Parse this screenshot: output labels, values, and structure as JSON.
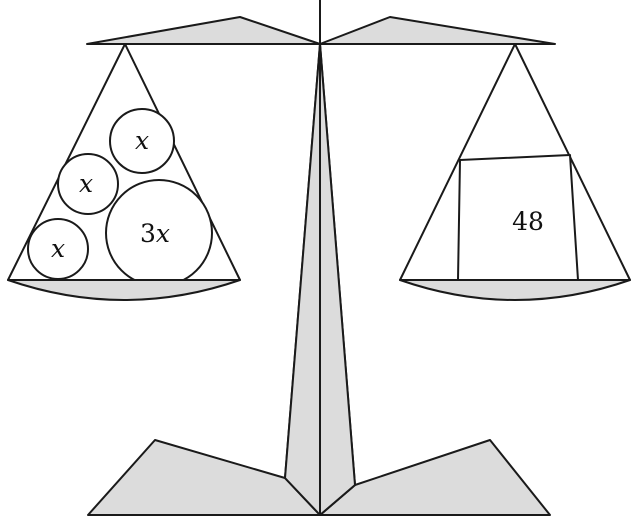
{
  "diagram": {
    "left_pan": {
      "weights": [
        {
          "label_coef": "",
          "label_var": "x"
        },
        {
          "label_coef": "",
          "label_var": "x"
        },
        {
          "label_coef": "",
          "label_var": "x"
        },
        {
          "label_coef": "3",
          "label_var": "x"
        }
      ]
    },
    "right_pan": {
      "weight": {
        "label": "48"
      }
    },
    "colors": {
      "stroke": "#1a1a1a",
      "shade": "#dcdcdc",
      "background": "#ffffff"
    }
  }
}
